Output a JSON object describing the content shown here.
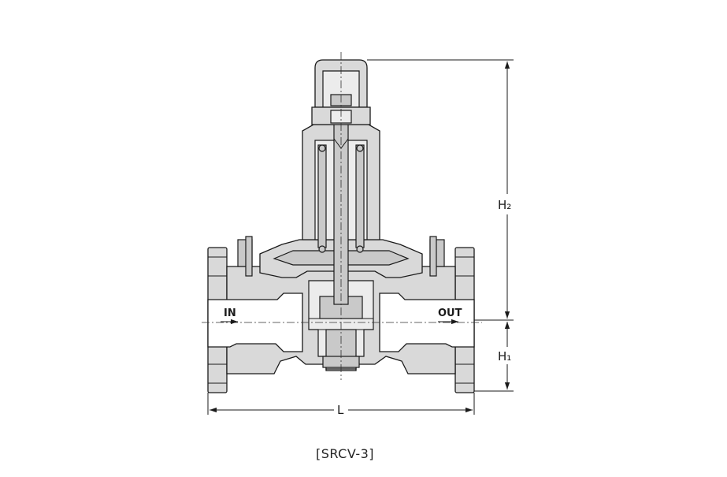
{
  "diagram": {
    "model_label": "[SRCV-3]",
    "flow_labels": {
      "inlet": "IN",
      "outlet": "OUT"
    },
    "dimensions": {
      "length": "L",
      "height_lower": "H₁",
      "height_upper": "H₂"
    }
  }
}
